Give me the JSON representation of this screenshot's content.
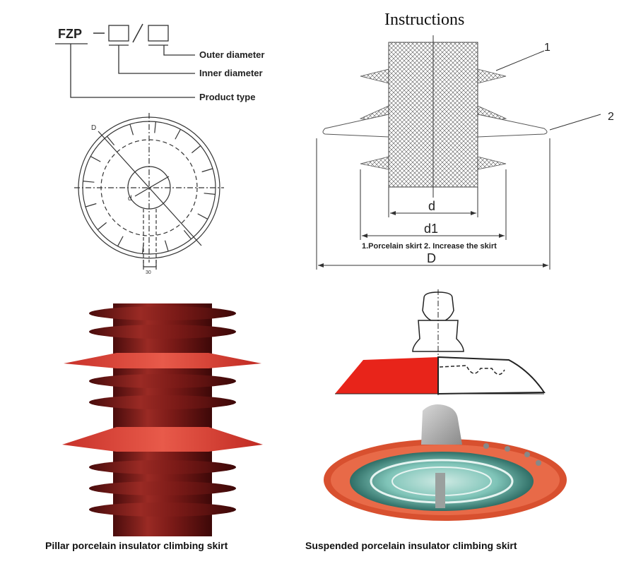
{
  "code": {
    "prefix": "FZP",
    "labels": [
      "Outer diameter",
      "Inner diameter",
      "Product type"
    ]
  },
  "plan": {
    "outer_label": "D",
    "inner_label": "d",
    "slot_width": "30"
  },
  "section": {
    "title": "Instructions",
    "callout_1": "1",
    "callout_2": "2",
    "dim_d": "d",
    "dim_d1": "d1",
    "dim_D": "D",
    "note": "1.Porcelain skirt 2. Increase the skirt"
  },
  "captions": {
    "pillar": "Pillar porcelain insulator climbing skirt",
    "suspended": "Suspended porcelain insulator climbing skirt"
  },
  "colors": {
    "skirt_red": "#e23a2c",
    "porcelain_brown": "#7a1a17",
    "glass_green": "#7fc4b8"
  }
}
